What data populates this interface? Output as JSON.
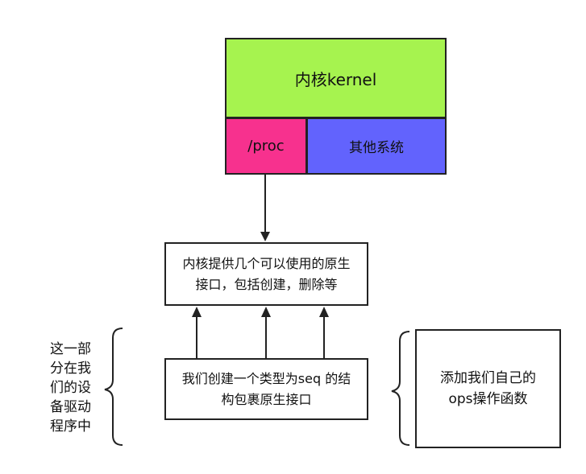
{
  "diagram": {
    "kernel_label": "内核kernel",
    "proc_label": "/proc",
    "other_label": "其他系统",
    "api_label": "内核提供几个可以使用的原生接口，包括创建，删除等",
    "seq_label": "我们创建一个类型为seq 的结构包裹原生接口",
    "ops_label": "添加我们自己的ops操作函数",
    "side_note": "这一部分在我们的设备驱动程序中"
  },
  "colors": {
    "kernel": "#a6f34f",
    "proc": "#f7318e",
    "other": "#6263fd",
    "stroke": "#222222"
  }
}
